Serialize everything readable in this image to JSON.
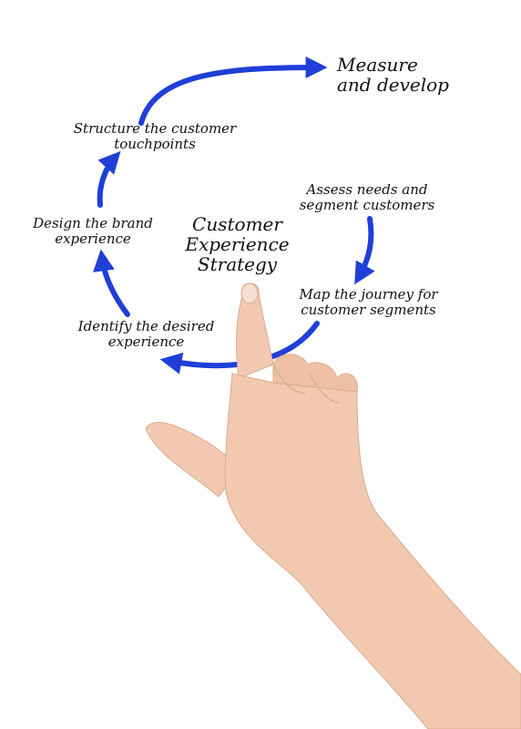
{
  "diagram": {
    "center_title": [
      "Customer",
      "Experience",
      "Strategy"
    ],
    "steps": [
      {
        "id": "measure",
        "lines": [
          "Measure",
          "and develop"
        ]
      },
      {
        "id": "structure",
        "lines": [
          "Structure the customer",
          "touchpoints"
        ]
      },
      {
        "id": "assess",
        "lines": [
          "Assess needs and",
          "segment customers"
        ]
      },
      {
        "id": "design",
        "lines": [
          "Design the brand",
          "experience"
        ]
      },
      {
        "id": "map",
        "lines": [
          "Map the journey for",
          "customer segments"
        ]
      },
      {
        "id": "identify",
        "lines": [
          "Identify the desired",
          "experience"
        ]
      }
    ],
    "colors": {
      "arrow": "#1f3fd8",
      "text": "#111111",
      "skin": "#f2c9b0"
    }
  }
}
